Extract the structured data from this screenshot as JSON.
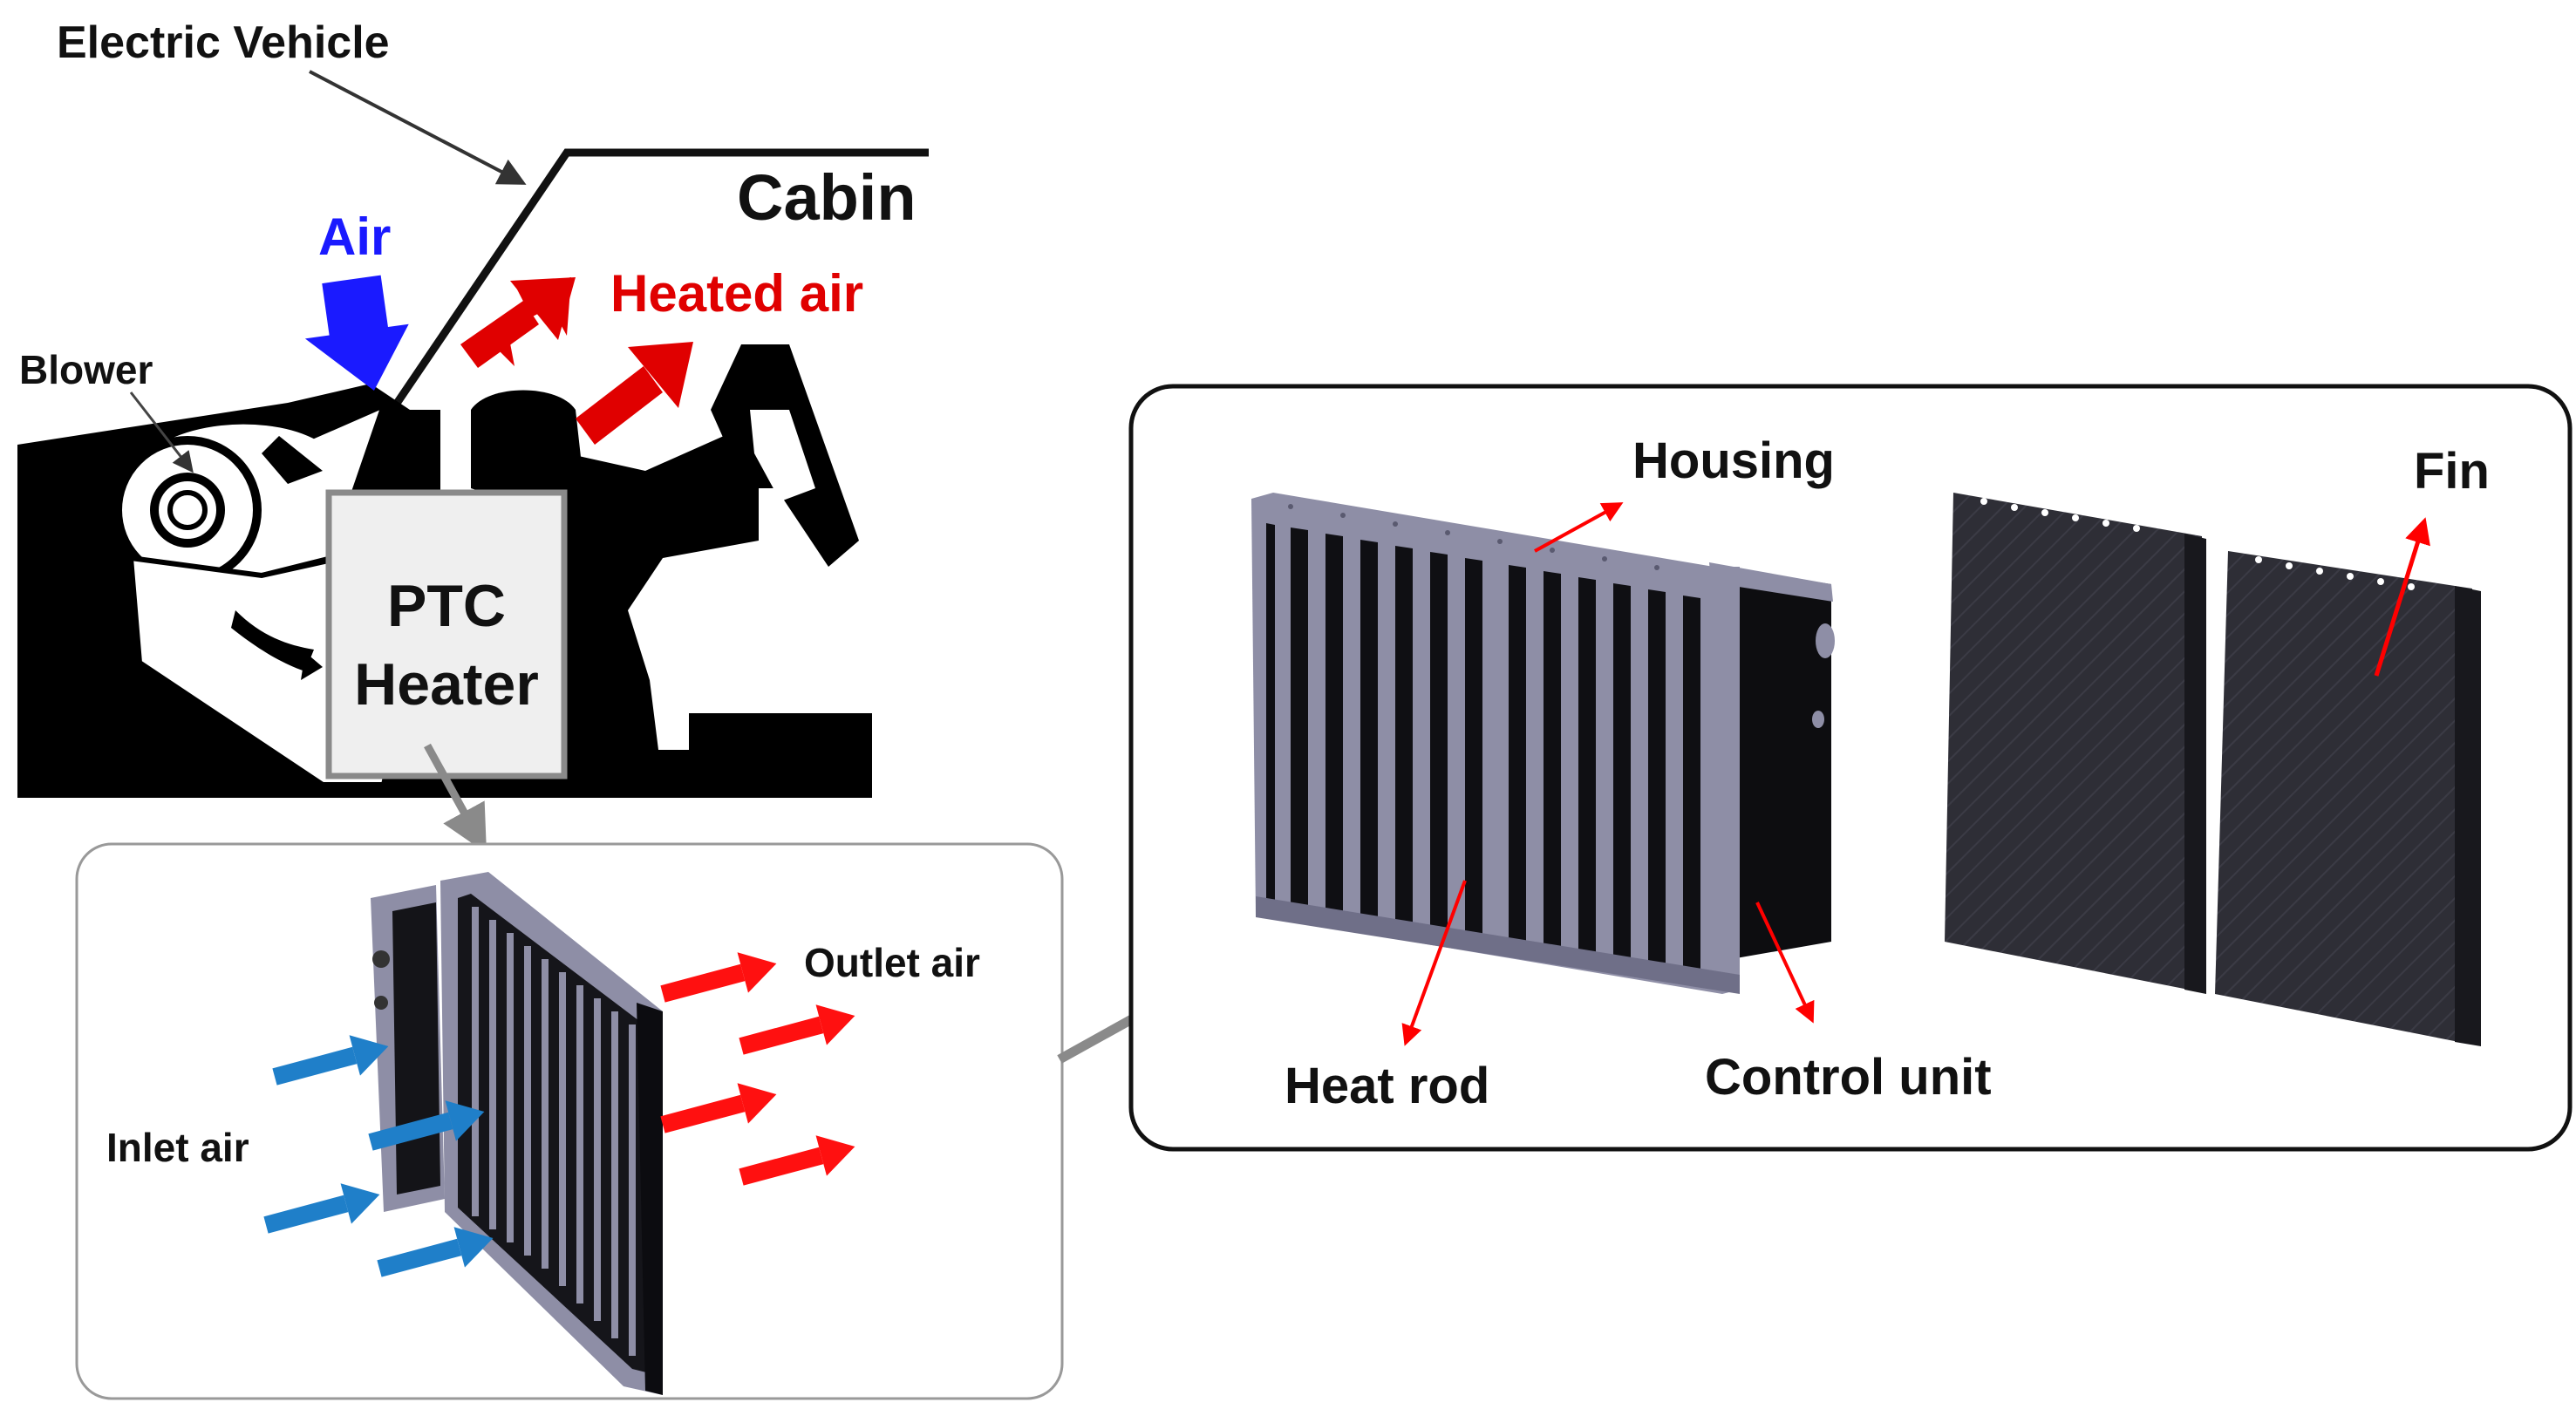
{
  "labels": {
    "electric_vehicle": "Electric Vehicle",
    "cabin": "Cabin",
    "air": "Air",
    "heated_air": "Heated air",
    "blower": "Blower",
    "ptc_line1": "PTC",
    "ptc_line2": "Heater",
    "inlet_air": "Inlet air",
    "outlet_air": "Outlet air",
    "housing": "Housing",
    "fin": "Fin",
    "heat_rod": "Heat rod",
    "control_unit": "Control unit"
  },
  "colors": {
    "air_arrow": "#1a1aff",
    "heated_arrow": "#e00000",
    "inlet_arrow": "#1f7fc9",
    "outlet_arrow": "#ff1010",
    "pointer_red": "#ff0000",
    "connector_gray": "#8a8a8a",
    "housing_lavender": "#8e8ea6",
    "fin_dark": "#2e2e36",
    "ptc_box_fill": "#efefef"
  }
}
